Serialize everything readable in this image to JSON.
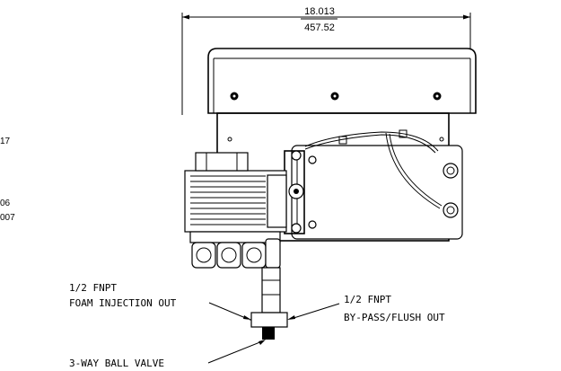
{
  "dimension": {
    "inches": "18.013",
    "millimeters": "457.52"
  },
  "left_edge_fragments": [
    "17",
    "06",
    "007"
  ],
  "callouts": {
    "foam_size": "1/2 FNPT",
    "foam_label": "FOAM INJECTION OUT",
    "bypass_size": "1/2 FNPT",
    "bypass_label": "BY-PASS/FLUSH OUT",
    "valve_label": "3-WAY BALL VALVE"
  },
  "colors": {
    "line": "#000000",
    "background": "#ffffff"
  }
}
